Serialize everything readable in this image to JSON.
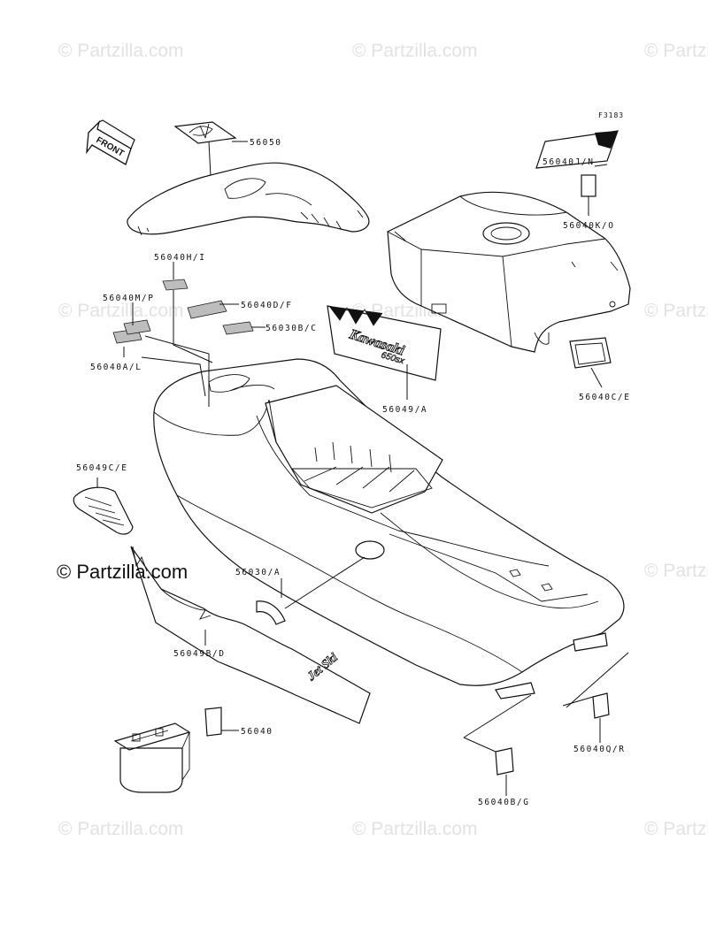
{
  "diagram": {
    "figure_code": "F3183",
    "direction_label": "FRONT",
    "main_watermark": "© Partzilla.com",
    "watermark_text": "© Partzilla.com",
    "sticker_brand": "Kawasaki",
    "sticker_model": "650sx",
    "decal_brand": "Jet Ski",
    "callouts": [
      "56050",
      "56040J/N",
      "56040K/O",
      "56040H/I",
      "56040M/P",
      "56040D/F",
      "56030B/C",
      "56040A/L",
      "56049/A",
      "56040C/E",
      "56049C/E",
      "56030/A",
      "56049B/D",
      "56040",
      "56040Q/R",
      "56040B/G"
    ]
  }
}
